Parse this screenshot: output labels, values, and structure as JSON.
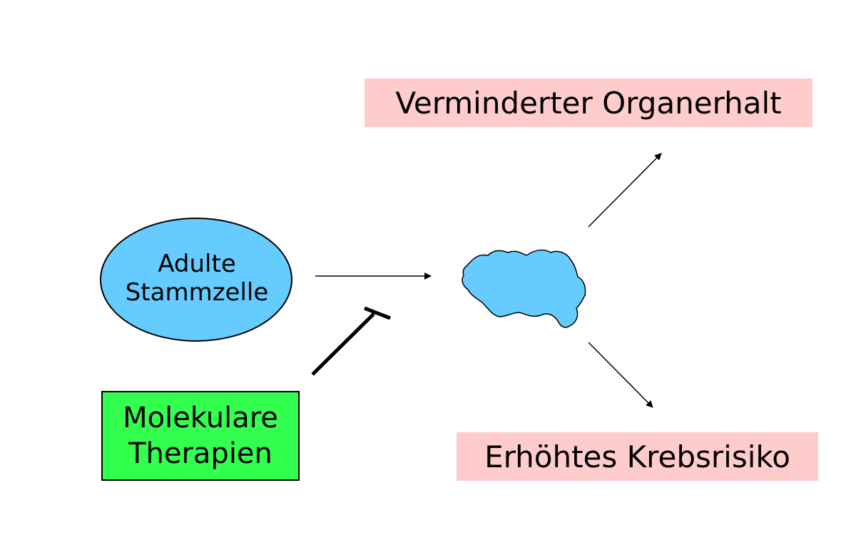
{
  "stem_cell": {
    "line1": "Adulte",
    "line2": "Stammzelle",
    "fill": "#66ccff"
  },
  "therapy": {
    "line1": "Molekulare",
    "line2": "Therapien",
    "fill": "#33ff4f"
  },
  "outcomes": {
    "top": "Verminderter Organerhalt",
    "bottom": "Erhöhtes Krebsrisiko",
    "fill": "#ffcccc"
  },
  "blob": {
    "fill": "#66ccff"
  }
}
